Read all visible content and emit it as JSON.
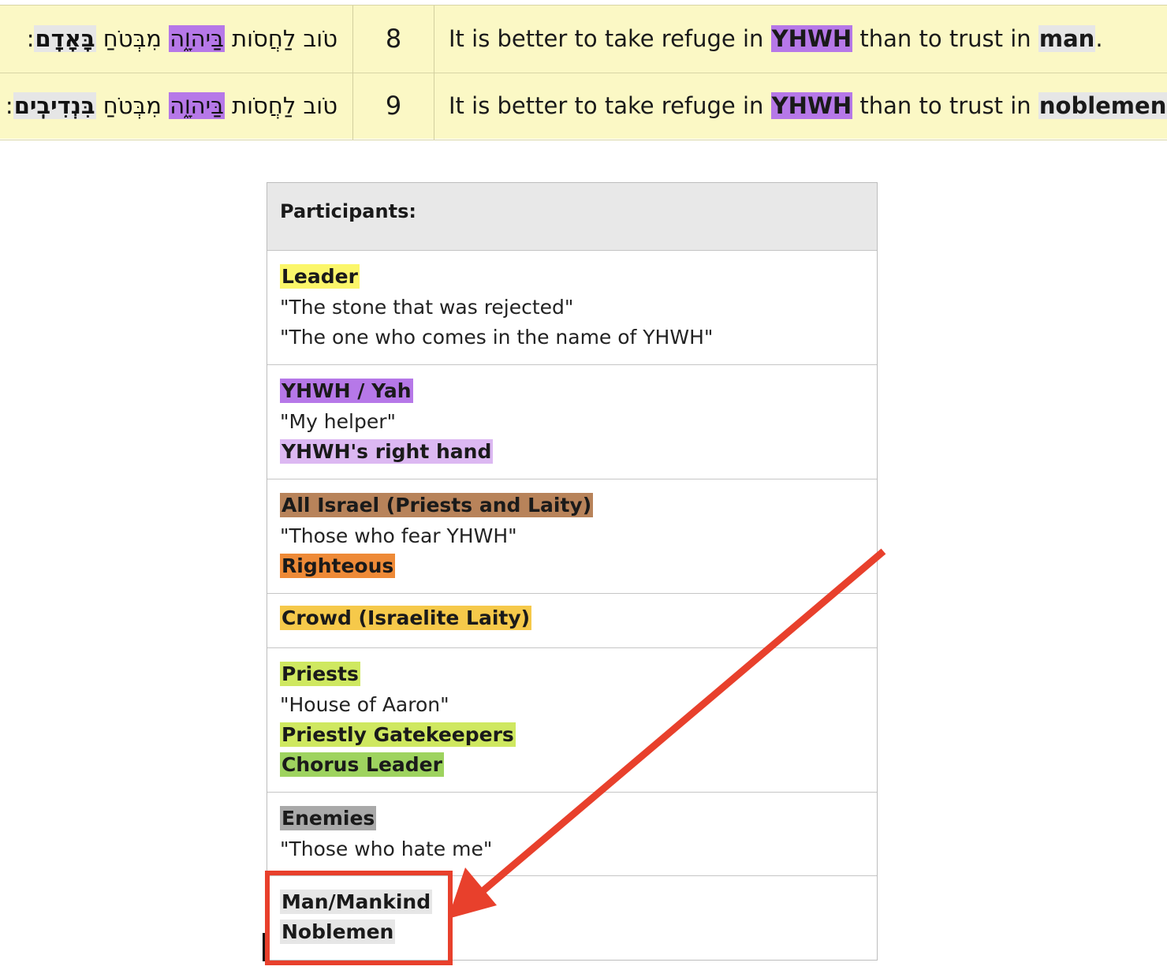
{
  "verses": [
    {
      "hebrew": {
        "pre": "טֹוב לַחֲסֹות",
        "hl": "בַּיהוָ֑ה",
        "mid": "מִבְּטֹחַ",
        "end": "בָּאָדָֽם",
        "punct": ":"
      },
      "number": "8",
      "english": {
        "pre": "It is better to take refuge in ",
        "hl1": "YHWH",
        "mid": " than to trust in ",
        "hl2": "man",
        "post": "."
      }
    },
    {
      "hebrew": {
        "pre": "טֹוב לַחֲסֹות",
        "hl": "בַּיהוָ֑ה",
        "mid": "מִבְּטֹחַ",
        "end": "בִּנְדִיבִֽים",
        "punct": ":"
      },
      "number": "9",
      "english": {
        "pre": "It is better to take refuge in ",
        "hl1": "YHWH",
        "mid": " than to trust in ",
        "hl2": "noblemen",
        "post": "."
      }
    }
  ],
  "participants": {
    "title": "Participants:",
    "sections": [
      {
        "lines": [
          {
            "type": "tag",
            "text": "Leader",
            "color": "#fbf66a"
          },
          {
            "type": "quote",
            "text": "\"The stone that was rejected\""
          },
          {
            "type": "quote",
            "text": "\"The one who comes in the name of YHWH\""
          }
        ]
      },
      {
        "lines": [
          {
            "type": "tag",
            "text": "YHWH / Yah",
            "color": "#b678e8"
          },
          {
            "type": "quote",
            "text": "\"My helper\""
          },
          {
            "type": "tag",
            "text": "YHWH's right hand",
            "color": "#dcb8f2"
          }
        ]
      },
      {
        "lines": [
          {
            "type": "tag",
            "text": "All Israel (Priests and Laity)",
            "color": "#b8835a"
          },
          {
            "type": "quote",
            "text": "\"Those who fear YHWH\""
          },
          {
            "type": "tag",
            "text": "Righteous",
            "color": "#ee8a37"
          }
        ]
      },
      {
        "lines": [
          {
            "type": "tag",
            "text": "Crowd (Israelite Laity)",
            "color": "#f6c94a"
          }
        ]
      },
      {
        "lines": [
          {
            "type": "tag",
            "text": "Priests",
            "color": "#cfe860"
          },
          {
            "type": "quote",
            "text": "\"House of Aaron\""
          },
          {
            "type": "tag",
            "text": "Priestly Gatekeepers",
            "color": "#cfe860"
          },
          {
            "type": "tag",
            "text": "Chorus Leader",
            "color": "#9ed35f"
          }
        ]
      },
      {
        "lines": [
          {
            "type": "tag",
            "text": "Enemies",
            "color": "#a9a9a9"
          },
          {
            "type": "quote",
            "text": "\"Those who hate me\""
          }
        ]
      },
      {
        "lines": [
          {
            "type": "tag",
            "text": "Man/Mankind",
            "color": "#e6e6e6"
          },
          {
            "type": "tag",
            "text": "Noblemen",
            "color": "#e6e6e6"
          }
        ]
      }
    ]
  },
  "annotation": {
    "color": "#e8402c"
  }
}
